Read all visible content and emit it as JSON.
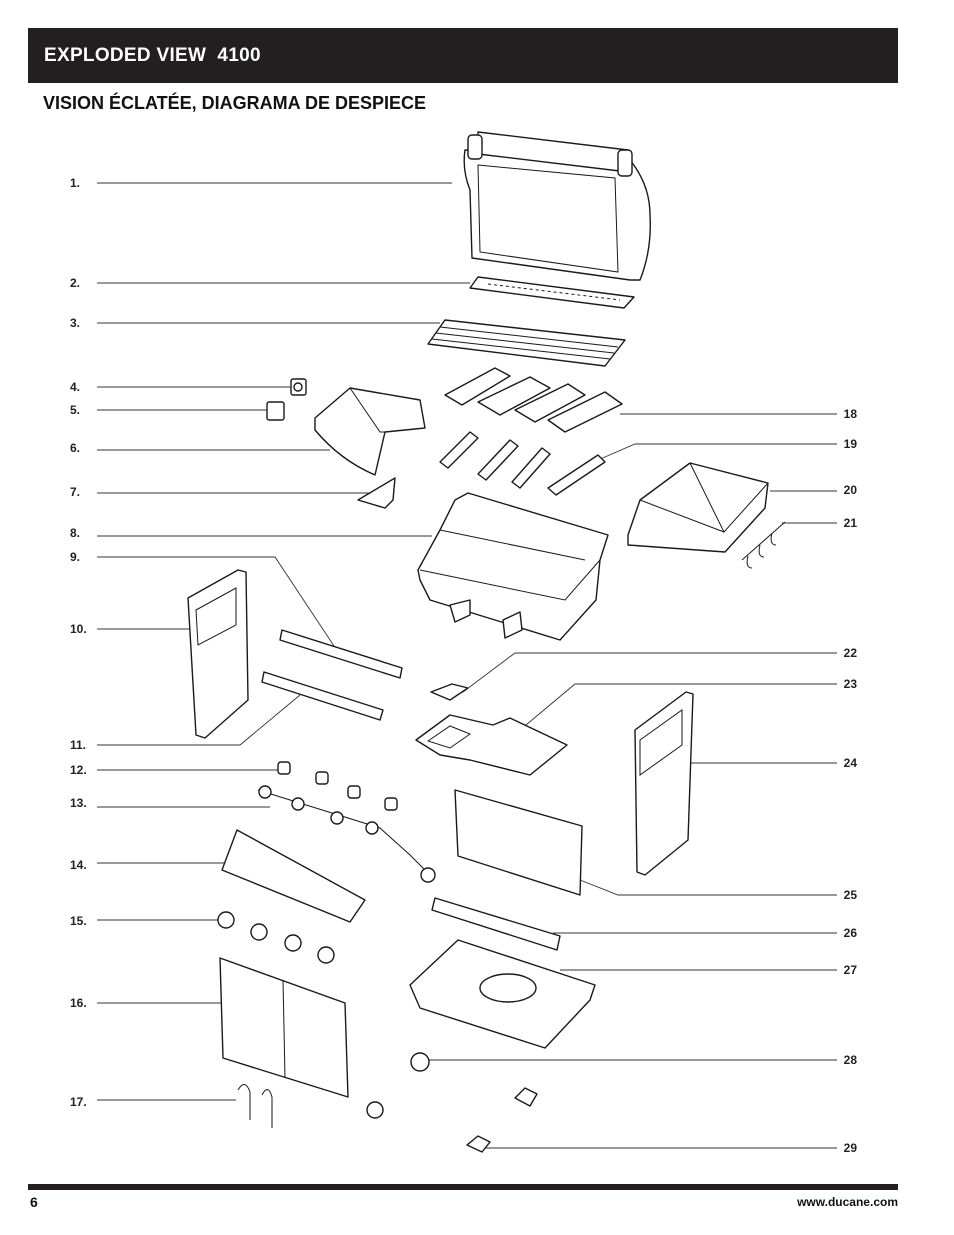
{
  "header": {
    "title": "EXPLODED VIEW  4100"
  },
  "subtitle": "VISION ÉCLATÉE, DIAGRAMA DE DESPIECE",
  "callouts_left": [
    "1.",
    "2.",
    "3.",
    "4.",
    "5.",
    "6.",
    "7.",
    "8.",
    "9.",
    "10.",
    "11.",
    "12.",
    "13.",
    "14.",
    "15.",
    "16.",
    "17."
  ],
  "callouts_right": [
    "18",
    "19",
    "20",
    "21",
    "22",
    "23",
    "24",
    "25",
    "26",
    "27",
    "28",
    "29"
  ],
  "footer": {
    "page_number": "6",
    "website": "www.ducane.com"
  }
}
